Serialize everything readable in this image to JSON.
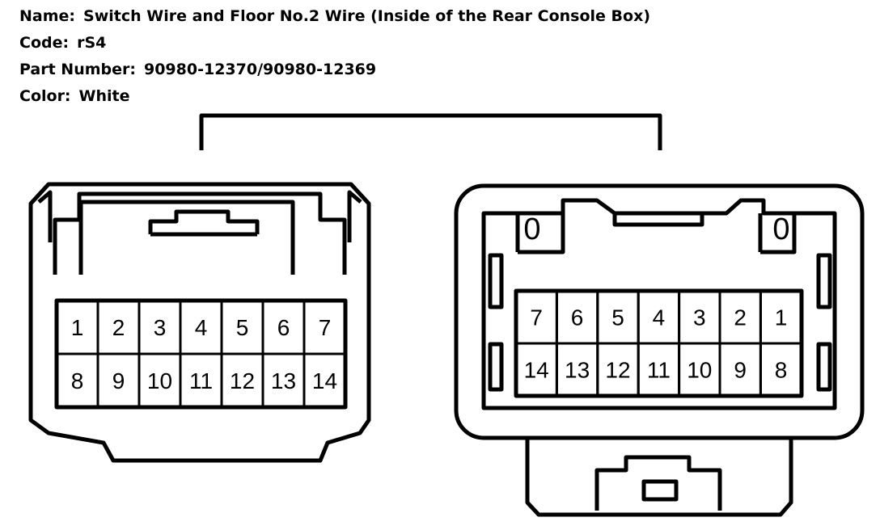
{
  "info": {
    "name_label": "Name:",
    "name_value": "Switch Wire and Floor No.2 Wire (Inside of the Rear Console Box)",
    "code_label": "Code:",
    "code_value": "rS4",
    "part_label": "Part Number:",
    "part_value": "90980-12370/90980-12369",
    "color_label": "Color:",
    "color_value": "White"
  },
  "left_connector": {
    "top_row": [
      "1",
      "2",
      "3",
      "4",
      "5",
      "6",
      "7"
    ],
    "bottom_row": [
      "8",
      "9",
      "10",
      "11",
      "12",
      "13",
      "14"
    ]
  },
  "right_connector": {
    "top_row": [
      "7",
      "6",
      "5",
      "4",
      "3",
      "2",
      "1"
    ],
    "bottom_row": [
      "14",
      "13",
      "12",
      "11",
      "10",
      "9",
      "8"
    ],
    "lock_marks": [
      "0",
      "0"
    ]
  }
}
